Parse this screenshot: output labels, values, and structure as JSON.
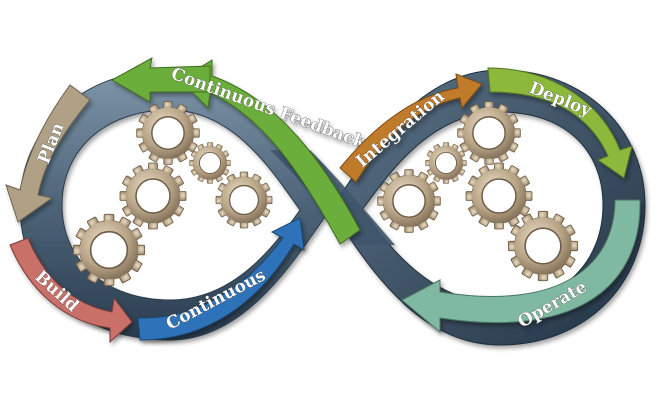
{
  "labels": {
    "plan": "Plan",
    "build": "Build",
    "continuous": "Continuous",
    "continuous_feedback": "Continuous Feedback",
    "integration": "Integration",
    "deploy": "Deploy",
    "operate": "Operate"
  },
  "colors": {
    "ribbon_dark": "#2e4256",
    "ribbon_light": "#7d93a6",
    "plan": "#a8977d",
    "build": "#c9706a",
    "continuous": "#2f73b9",
    "continuous_feedback": "#6cae3a",
    "integration": "#bf7a2a",
    "deploy": "#8cb83b",
    "operate": "#7fb9a0",
    "gear": "#b9a587",
    "gear_dark": "#7e6c55"
  }
}
